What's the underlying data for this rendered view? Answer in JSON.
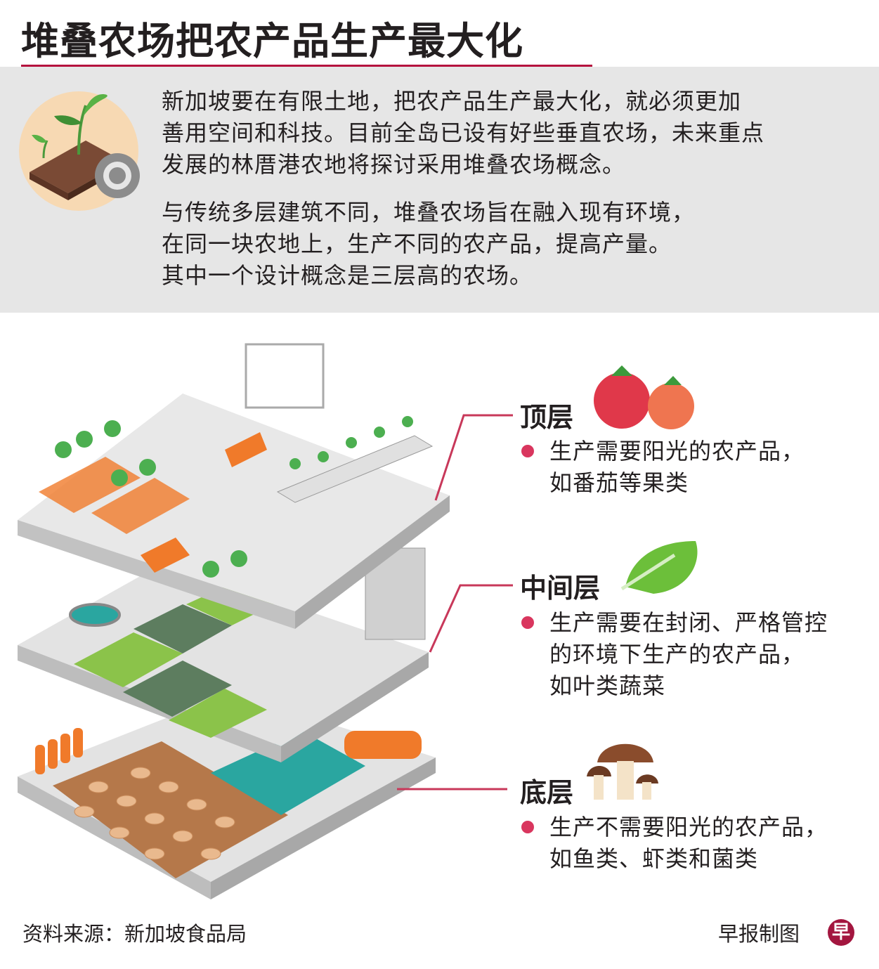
{
  "title": "堆叠农场把农产品生产最大化",
  "intro": {
    "paragraph1": [
      "新加坡要在有限土地，把农产品生产最大化，就必须更加",
      "善用空间和科技。目前全岛已设有好些垂直农场，未来重点",
      "发展的林厝港农地将探讨采用堆叠农场概念。"
    ],
    "paragraph2": [
      "与传统多层建筑不同，堆叠农场旨在融入现有环境，",
      "在同一块农地上，生产不同的农产品，提高产量。",
      "其中一个设计概念是三层高的农场。"
    ]
  },
  "layers": [
    {
      "name": "顶层",
      "icon": "tomato-icon",
      "lines": [
        "生产需要阳光的农产品，",
        "如番茄等果类"
      ]
    },
    {
      "name": "中间层",
      "icon": "lettuce-icon",
      "lines": [
        "生产需要在封闭、严格管控",
        "的环境下生产的农产品，",
        "如叶类蔬菜"
      ]
    },
    {
      "name": "底层",
      "icon": "mushroom-icon",
      "lines": [
        "生产不需要阳光的农产品，",
        "如鱼类、虾类和菌类"
      ]
    }
  ],
  "footer": {
    "source": "资料来源：新加坡食品局",
    "credit": "早报制图",
    "logo_text": "早"
  },
  "colors": {
    "accent": "#b5123e",
    "bullet": "#d9365e",
    "panel": "#e6e6e6"
  }
}
